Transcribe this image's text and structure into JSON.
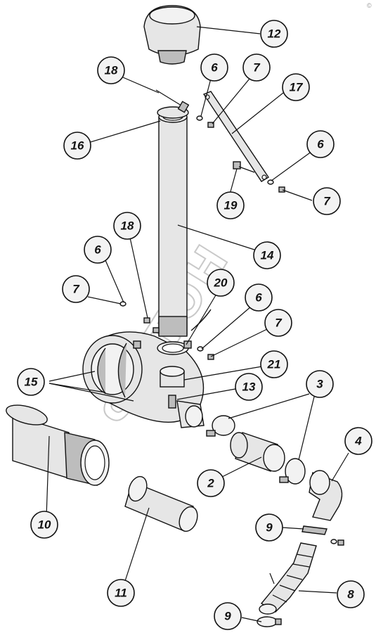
{
  "watermark": "ФОТОН",
  "corner_mark": "©",
  "callouts": [
    "12",
    "18",
    "6",
    "7",
    "17",
    "16",
    "6",
    "19",
    "7",
    "18",
    "14",
    "6",
    "7",
    "20",
    "6",
    "7",
    "21",
    "15",
    "13",
    "3",
    "4",
    "2",
    "10",
    "11",
    "9",
    "8",
    "9"
  ]
}
